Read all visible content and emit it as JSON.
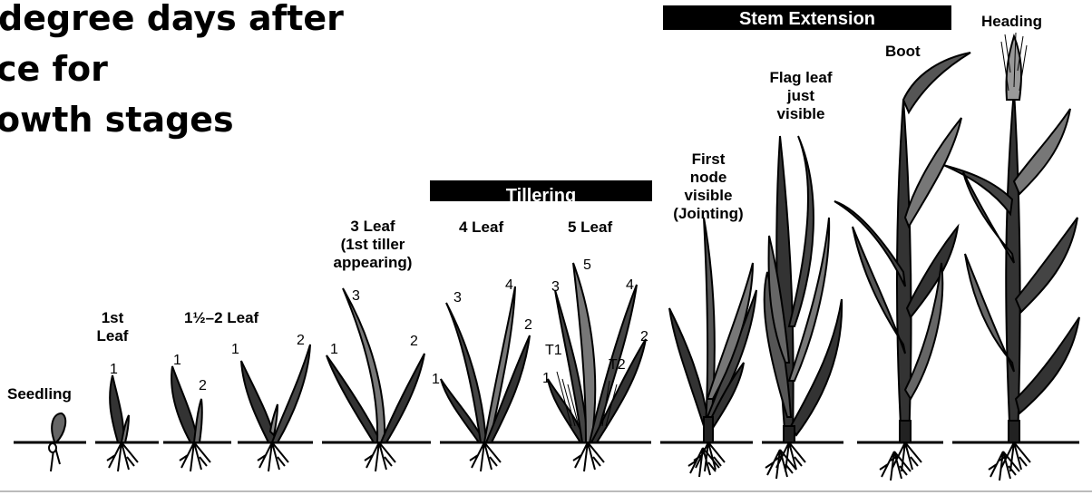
{
  "title_lines": [
    "degree days after",
    "ce for",
    "owth stages"
  ],
  "phases": {
    "tillering": "Tillering",
    "stem_extension": "Stem Extension"
  },
  "stages": {
    "seedling": "Seedling",
    "first_leaf": [
      "1st",
      "Leaf"
    ],
    "one_half_two_leaf": "1½–2 Leaf",
    "three_leaf": [
      "3 Leaf",
      "(1st tiller",
      "appearing)"
    ],
    "four_leaf": "4 Leaf",
    "five_leaf": "5 Leaf",
    "first_node": [
      "First",
      "node",
      "visible",
      "(Jointing)"
    ],
    "flag_leaf": [
      "Flag leaf",
      "just",
      "visible"
    ],
    "boot": "Boot",
    "heading": "Heading"
  },
  "leaf_numbers": {
    "one": "1",
    "two": "2",
    "three": "3",
    "four": "4",
    "five": "5",
    "t1": "T1",
    "t2": "T2"
  }
}
